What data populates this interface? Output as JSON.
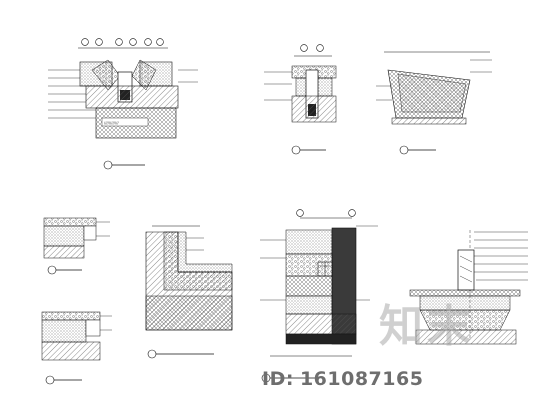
{
  "sheet": {
    "description_colors": {
      "ink": "#111111",
      "hatch": "#555555",
      "dark_fill": "#3a3a3a",
      "watermark": "#8a8a8a"
    }
  },
  "watermark": {
    "logo_text": "知末",
    "id_label": "ID:",
    "id_value": "161087165"
  }
}
